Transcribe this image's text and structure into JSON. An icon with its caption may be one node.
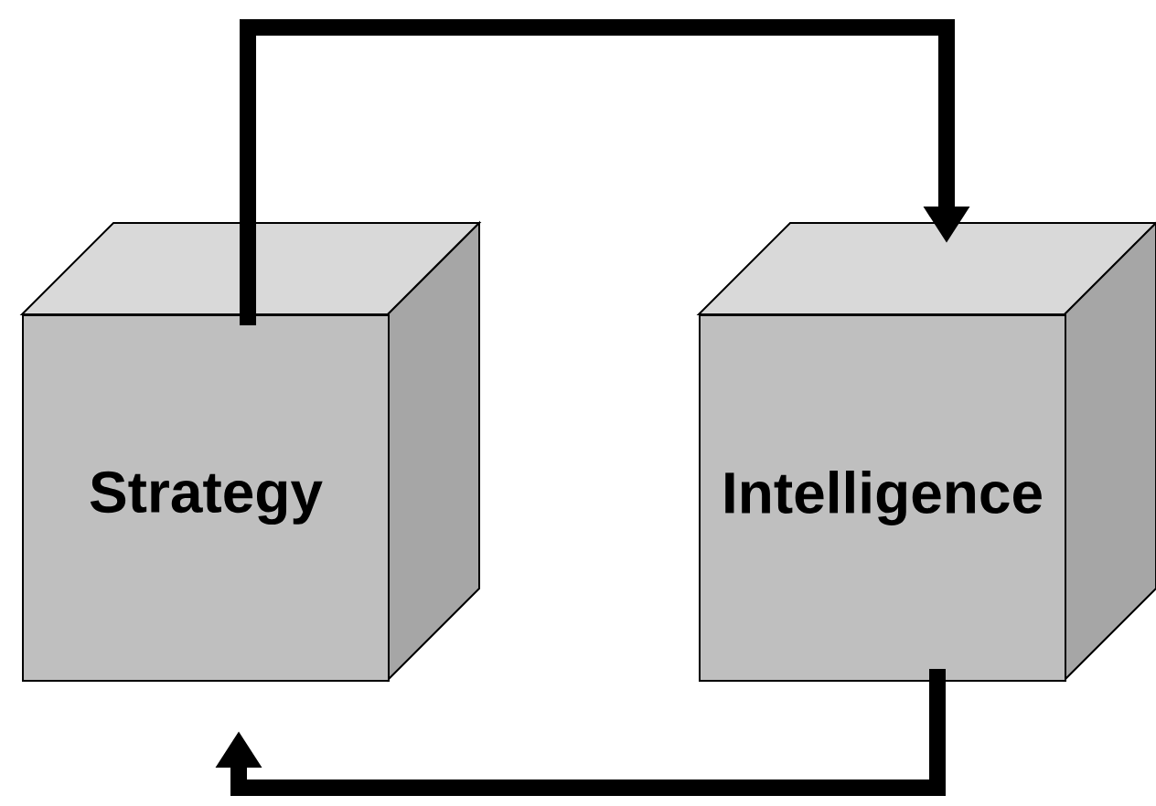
{
  "diagram": {
    "nodes": [
      {
        "text": [
          "Strategy"
        ]
      },
      {
        "text": [
          "Intelligence"
        ]
      }
    ],
    "edges": [
      {
        "from": 0,
        "to": 1,
        "arrow": "to"
      },
      {
        "from": 1,
        "to": 0,
        "arrow": "to"
      }
    ]
  }
}
